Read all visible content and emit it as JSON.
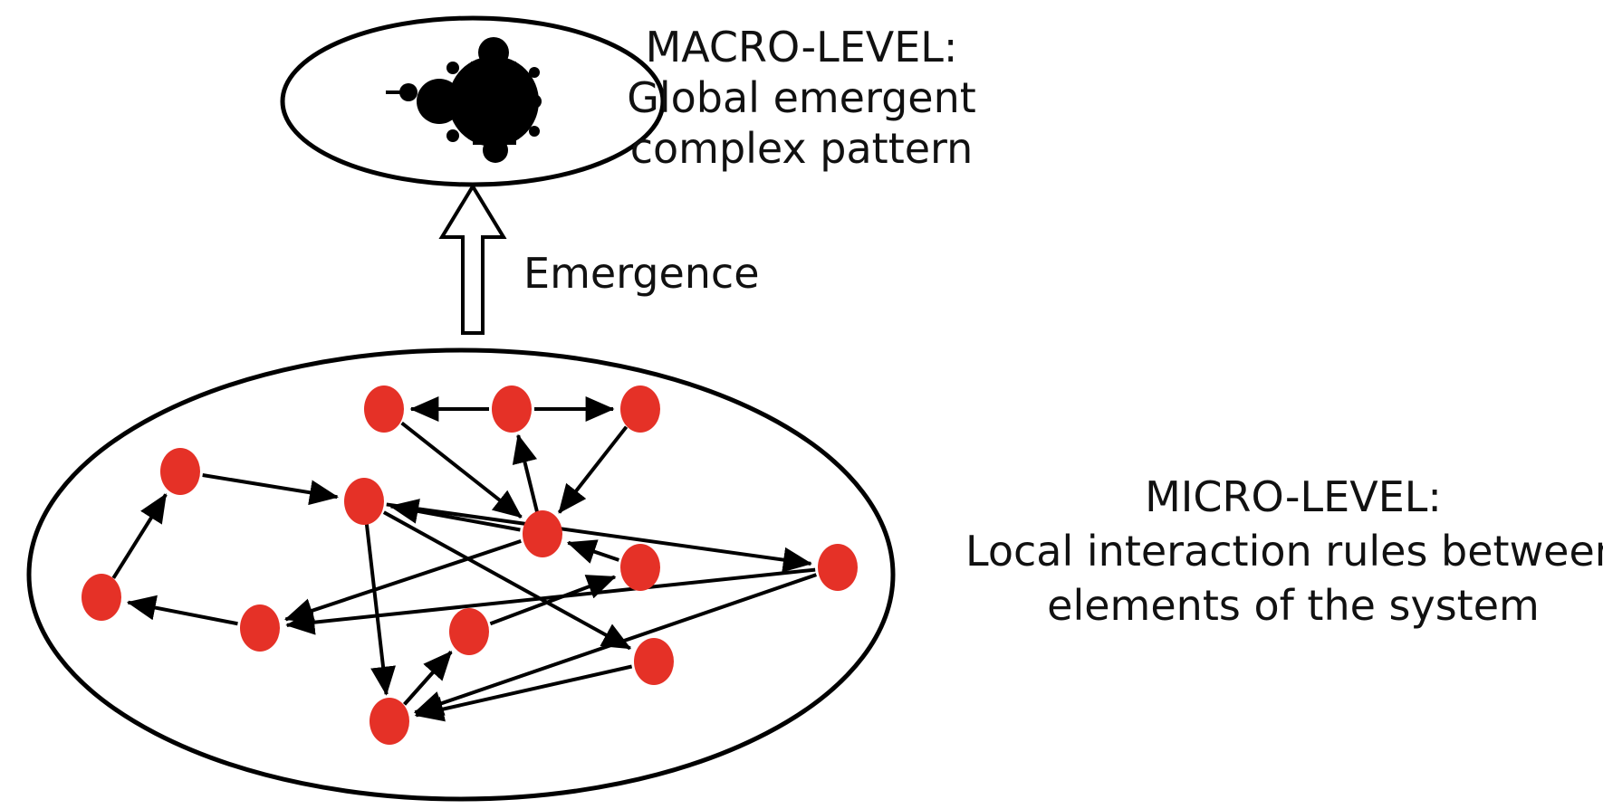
{
  "macro": {
    "title": "MACRO-LEVEL:",
    "line1": "Global emergent",
    "line2": "complex pattern",
    "pattern_icon": "mandelbrot-fractal-icon"
  },
  "emergence": {
    "label": "Emergence",
    "arrow_icon": "hollow-up-arrow-icon"
  },
  "micro": {
    "title": "MICRO-LEVEL:",
    "line1": "Local interaction rules between",
    "line2": "elements of the system"
  },
  "colors": {
    "node": "#e53127",
    "line": "#000000",
    "background": "#ffffff"
  },
  "network": {
    "nodes": [
      "a",
      "b",
      "c",
      "d",
      "e",
      "f",
      "g",
      "h",
      "i",
      "j",
      "k",
      "l",
      "m",
      "n"
    ],
    "edges": [
      [
        "b",
        "a"
      ],
      [
        "b",
        "c"
      ],
      [
        "a",
        "g"
      ],
      [
        "c",
        "g"
      ],
      [
        "g",
        "b"
      ],
      [
        "d",
        "e"
      ],
      [
        "g",
        "e"
      ],
      [
        "e",
        "k"
      ],
      [
        "e",
        "l"
      ],
      [
        "e",
        "m"
      ],
      [
        "f",
        "d"
      ],
      [
        "j",
        "g"
      ],
      [
        "g",
        "i"
      ],
      [
        "h",
        "j"
      ],
      [
        "k",
        "h"
      ],
      [
        "i",
        "f"
      ],
      [
        "m",
        "k"
      ],
      [
        "l",
        "n"
      ],
      [
        "m",
        "i"
      ],
      [
        "n",
        "h"
      ]
    ]
  }
}
